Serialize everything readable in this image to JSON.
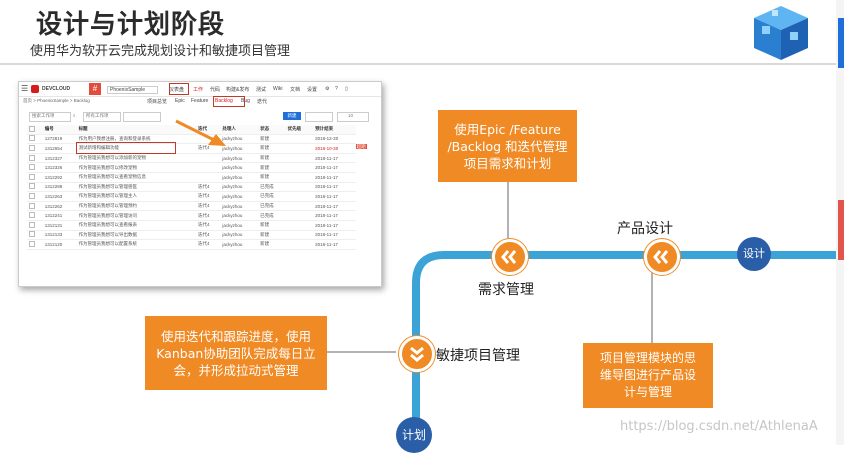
{
  "slide": {
    "title": "设计与计划阶段",
    "subtitle": "使用华为软开云完成规划设计和敏捷项目管理",
    "watermark": "https://blog.csdn.net/AthlenaA"
  },
  "inset": {
    "brand": "DEVCLOUD",
    "project": "PhoenixSample",
    "nav_items": [
      "仪表盘",
      "工作",
      "代码",
      "构建&发布",
      "测试",
      "Wiki",
      "文档",
      "设置"
    ],
    "breadcrumb": "首页 > PhoenixSample > Backlog",
    "sub_tabs": [
      "项目总览",
      "Epic",
      "Feature",
      "Backlog",
      "Bug",
      "迭代"
    ],
    "toolbar": {
      "search_placeholder": "搜索工作项",
      "filter": "所有工作项",
      "new_button": "新建"
    },
    "columns": [
      "编号",
      "标题",
      "迭代",
      "处理人",
      "状态",
      "优先级",
      "预计结束"
    ],
    "rows": [
      [
        "1272819",
        "作为用户我想注册，查询和登录系统",
        "",
        "jackyzhou",
        "新建",
        "",
        "2018-12-30"
      ],
      [
        "1312654",
        "测试新增和编辑功能",
        "迭代4",
        "jackyzhou",
        "新建",
        "",
        "2018-10-30"
      ],
      [
        "1312327",
        "作为管理员我想可以添加新的宠物",
        "",
        "jackyzhou",
        "新建",
        "",
        "2018-11-17"
      ],
      [
        "1312326",
        "作为管理员我想可以修改宠物",
        "",
        "jackyzhou",
        "新建",
        "",
        "2018-11-17"
      ],
      [
        "1312292",
        "作为管理员我想可以查看宠物信息",
        "",
        "jackyzhou",
        "新建",
        "",
        "2018-11-17"
      ],
      [
        "1312288",
        "作为管理员我想可以管理兽医",
        "迭代4",
        "jackyzhou",
        "已完成",
        "",
        "2018-11-17"
      ],
      [
        "1312263",
        "作为管理员我想可以管理主人",
        "迭代4",
        "jackyzhou",
        "已完成",
        "",
        "2018-11-17"
      ],
      [
        "1312262",
        "作为管理员我想可以管理预约",
        "迭代4",
        "jackyzhou",
        "已完成",
        "",
        "2018-11-17"
      ],
      [
        "1312241",
        "作为管理员我想可以管理访问",
        "迭代4",
        "jackyzhou",
        "已完成",
        "",
        "2018-11-17"
      ],
      [
        "1312131",
        "作为管理员我想可以查看报表",
        "迭代4",
        "jackyzhou",
        "新建",
        "",
        "2018-11-17"
      ],
      [
        "1312133",
        "作为管理员我想可以导出数据",
        "迭代4",
        "jackyzhou",
        "新建",
        "",
        "2018-11-17"
      ],
      [
        "1312120",
        "作为管理员我想可以配置系统",
        "迭代4",
        "jackyzhou",
        "新建",
        "",
        "2018-11-17"
      ]
    ],
    "overdue_tag": "超期",
    "page_size": "10"
  },
  "callouts": {
    "top": "使用Epic /Feature /Backlog 和迭代管理项目需求和计划",
    "left": "使用迭代和跟踪进度，使用Kanban协助团队完成每日立会，并形成拉动式管理",
    "right": "项目管理模块的思维导图进行产品设计与管理"
  },
  "labels": {
    "requirements": "需求管理",
    "agile": "敏捷项目管理",
    "product_design": "产品设计",
    "design_node": "设计",
    "plan_node": "计划"
  },
  "colors": {
    "accent": "#f08a24",
    "node": "#2a5fa8",
    "track": "#3ba3d6",
    "highlight": "#c0392b"
  }
}
